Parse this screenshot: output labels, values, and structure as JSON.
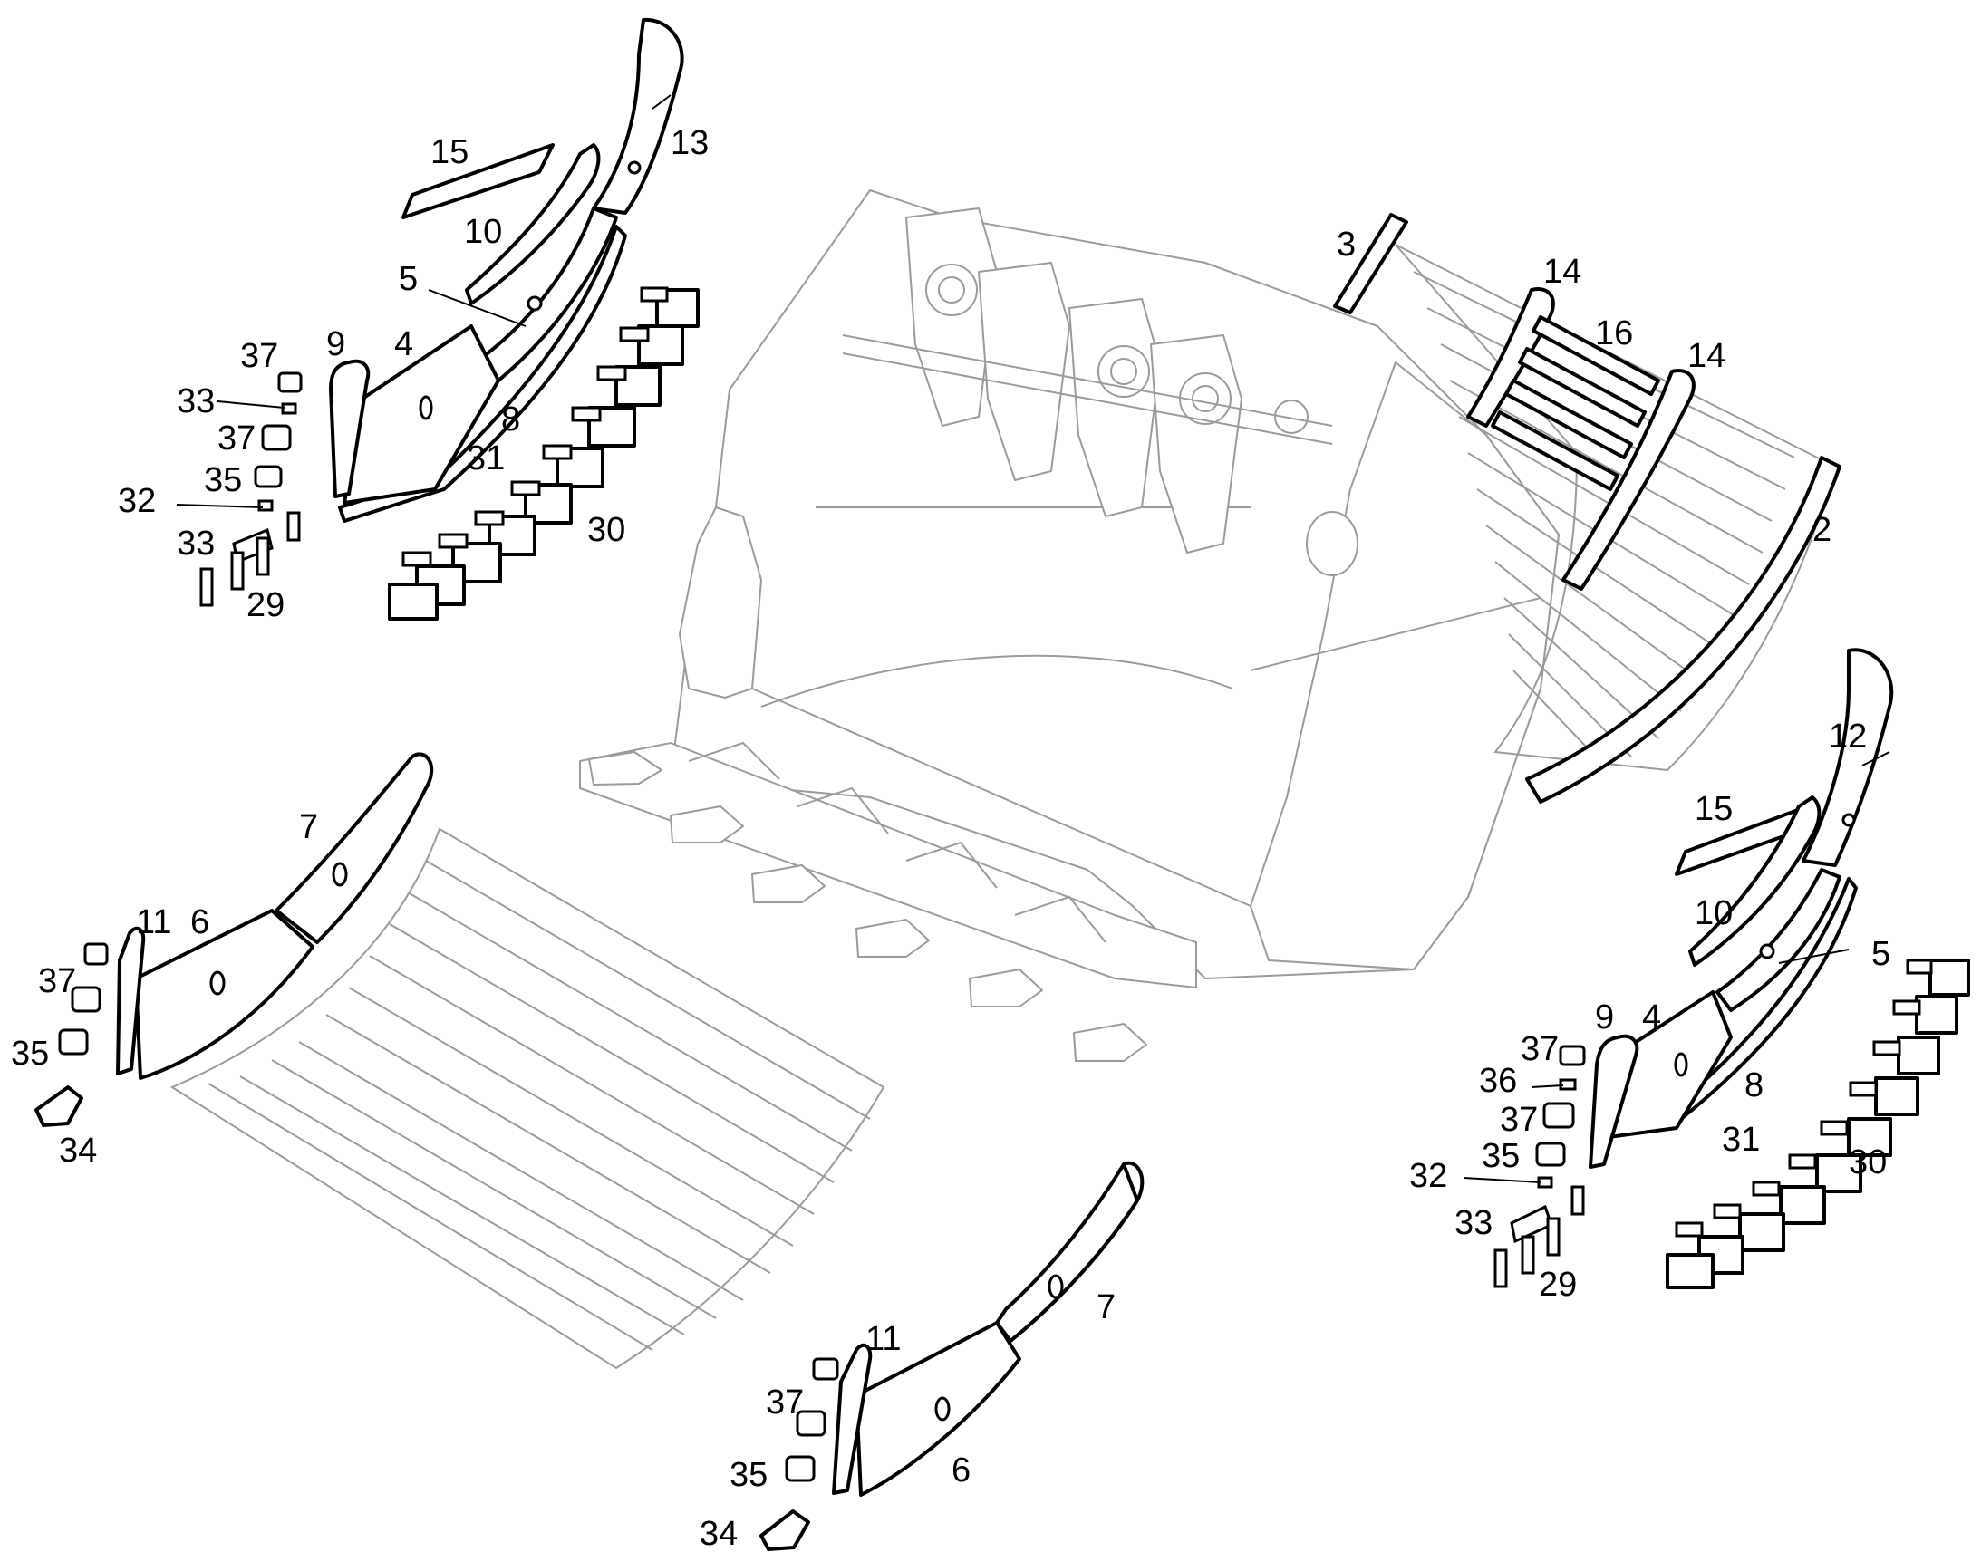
{
  "callouts": {
    "c15a": "15",
    "c13": "13",
    "c10a": "10",
    "c5a": "5",
    "c37a": "37",
    "c9a": "9",
    "c4a": "4",
    "c33a": "33",
    "c37b": "37",
    "c8a": "8",
    "c35a": "35",
    "c31a": "31",
    "c32a": "32",
    "c30a": "30",
    "c33b": "33",
    "c29a": "29",
    "c3": "3",
    "c14a": "14",
    "c16": "16",
    "c14b": "14",
    "c2": "2",
    "c7a": "7",
    "c11a": "11",
    "c6a": "6",
    "c37c": "37",
    "c35b": "35",
    "c34a": "34",
    "c12": "12",
    "c15b": "15",
    "c10b": "10",
    "c5b": "5",
    "c37d": "37",
    "c9b": "9",
    "c4b": "4",
    "c36": "36",
    "c37e": "37",
    "c8b": "8",
    "c35c": "35",
    "c31b": "31",
    "c32b": "32",
    "c30b": "30",
    "c33c": "33",
    "c29b": "29",
    "c11b": "11",
    "c7b": "7",
    "c37f": "37",
    "c35d": "35",
    "c6b": "6",
    "c34b": "34"
  }
}
